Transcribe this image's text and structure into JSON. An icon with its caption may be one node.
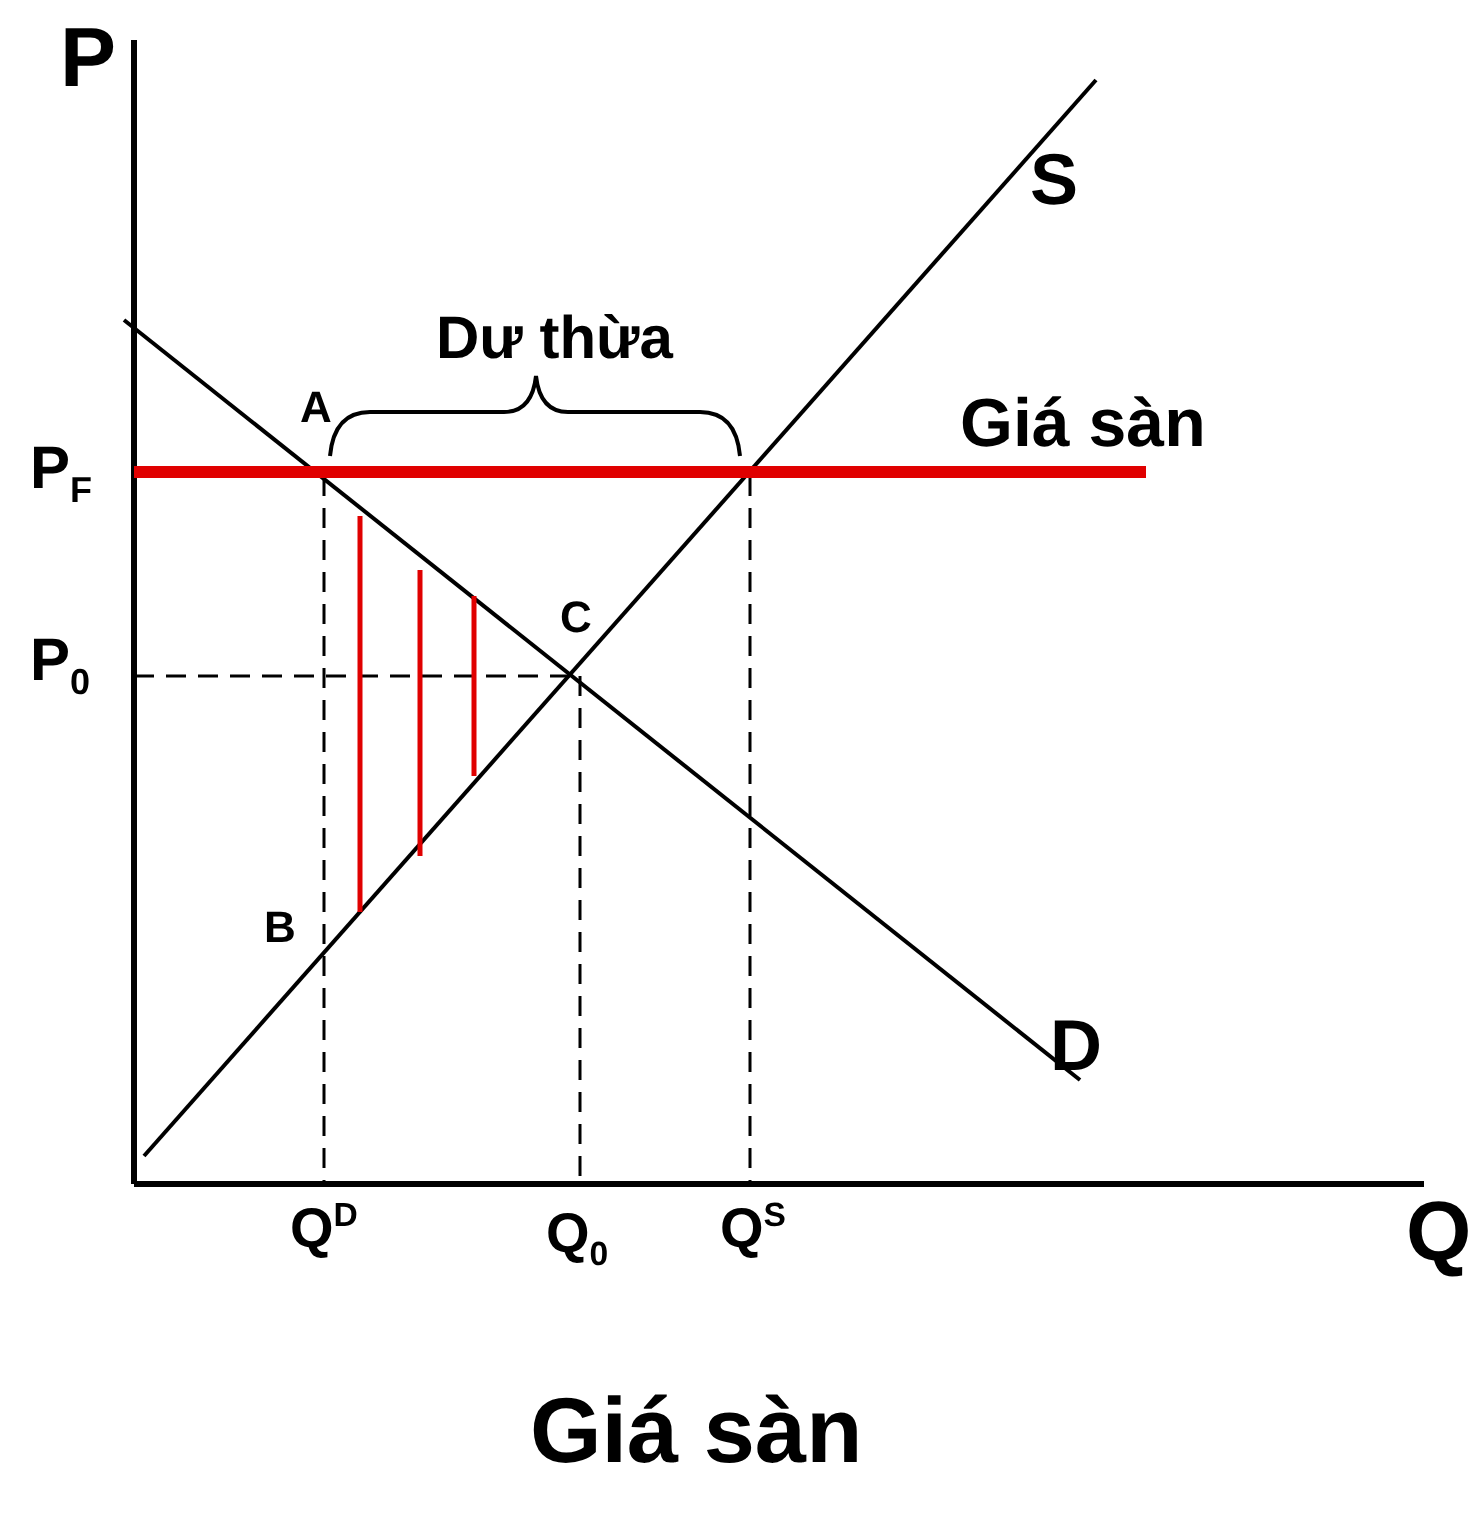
{
  "diagram": {
    "caption": "Giá sàn",
    "labels": [
      "P",
      "S",
      "Dư thừa",
      "A",
      "Giá sàn",
      "P$_{F}$",
      "C",
      "P$_{0}$",
      "B",
      "D",
      "Q$^{D}$",
      "Q$_{0}$",
      "Q$^{S}$",
      "Q"
    ]
  }
}
